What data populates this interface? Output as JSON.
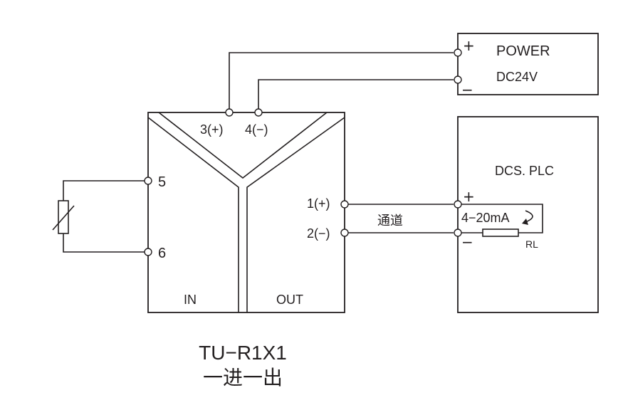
{
  "power": {
    "title": "POWER",
    "voltage": "DC24V",
    "plus": "+",
    "minus": "−"
  },
  "module": {
    "pin3": "3(+)",
    "pin4": "4(−)",
    "pin5": "5",
    "pin6": "6",
    "pin1": "1(+)",
    "pin2": "2(−)",
    "in_label": "IN",
    "out_label": "OUT",
    "model": "TU−R1X1",
    "subtitle": "一进一出"
  },
  "link": {
    "channel": "通道"
  },
  "dcs": {
    "title": "DCS. PLC",
    "plus": "+",
    "minus": "−",
    "current": "4−20mA",
    "resistor": "RL"
  }
}
